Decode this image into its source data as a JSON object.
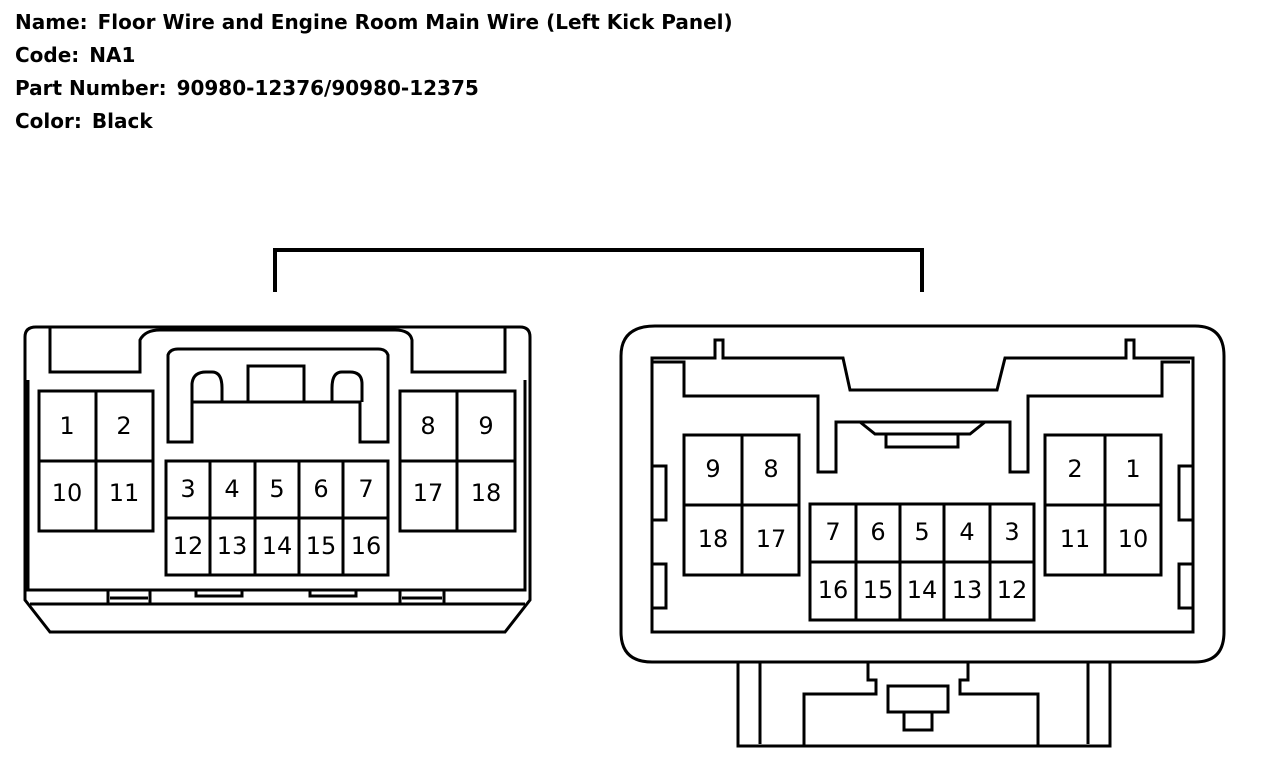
{
  "header": {
    "name_label": "Name:",
    "name_value": "Floor Wire and Engine Room Main Wire (Left Kick Panel)",
    "code_label": "Code:",
    "code_value": "NA1",
    "part_label": "Part Number:",
    "part_value": "90980-12376/90980-12375",
    "color_label": "Color:",
    "color_value": "Black"
  },
  "left_connector": {
    "left_block": [
      "1",
      "2",
      "10",
      "11"
    ],
    "right_block": [
      "8",
      "9",
      "17",
      "18"
    ],
    "center_top": [
      "3",
      "4",
      "5",
      "6",
      "7"
    ],
    "center_bottom": [
      "12",
      "13",
      "14",
      "15",
      "16"
    ]
  },
  "right_connector": {
    "left_block": [
      "9",
      "8",
      "18",
      "17"
    ],
    "right_block": [
      "2",
      "1",
      "11",
      "10"
    ],
    "center_top": [
      "7",
      "6",
      "5",
      "4",
      "3"
    ],
    "center_bottom": [
      "16",
      "15",
      "14",
      "13",
      "12"
    ]
  }
}
